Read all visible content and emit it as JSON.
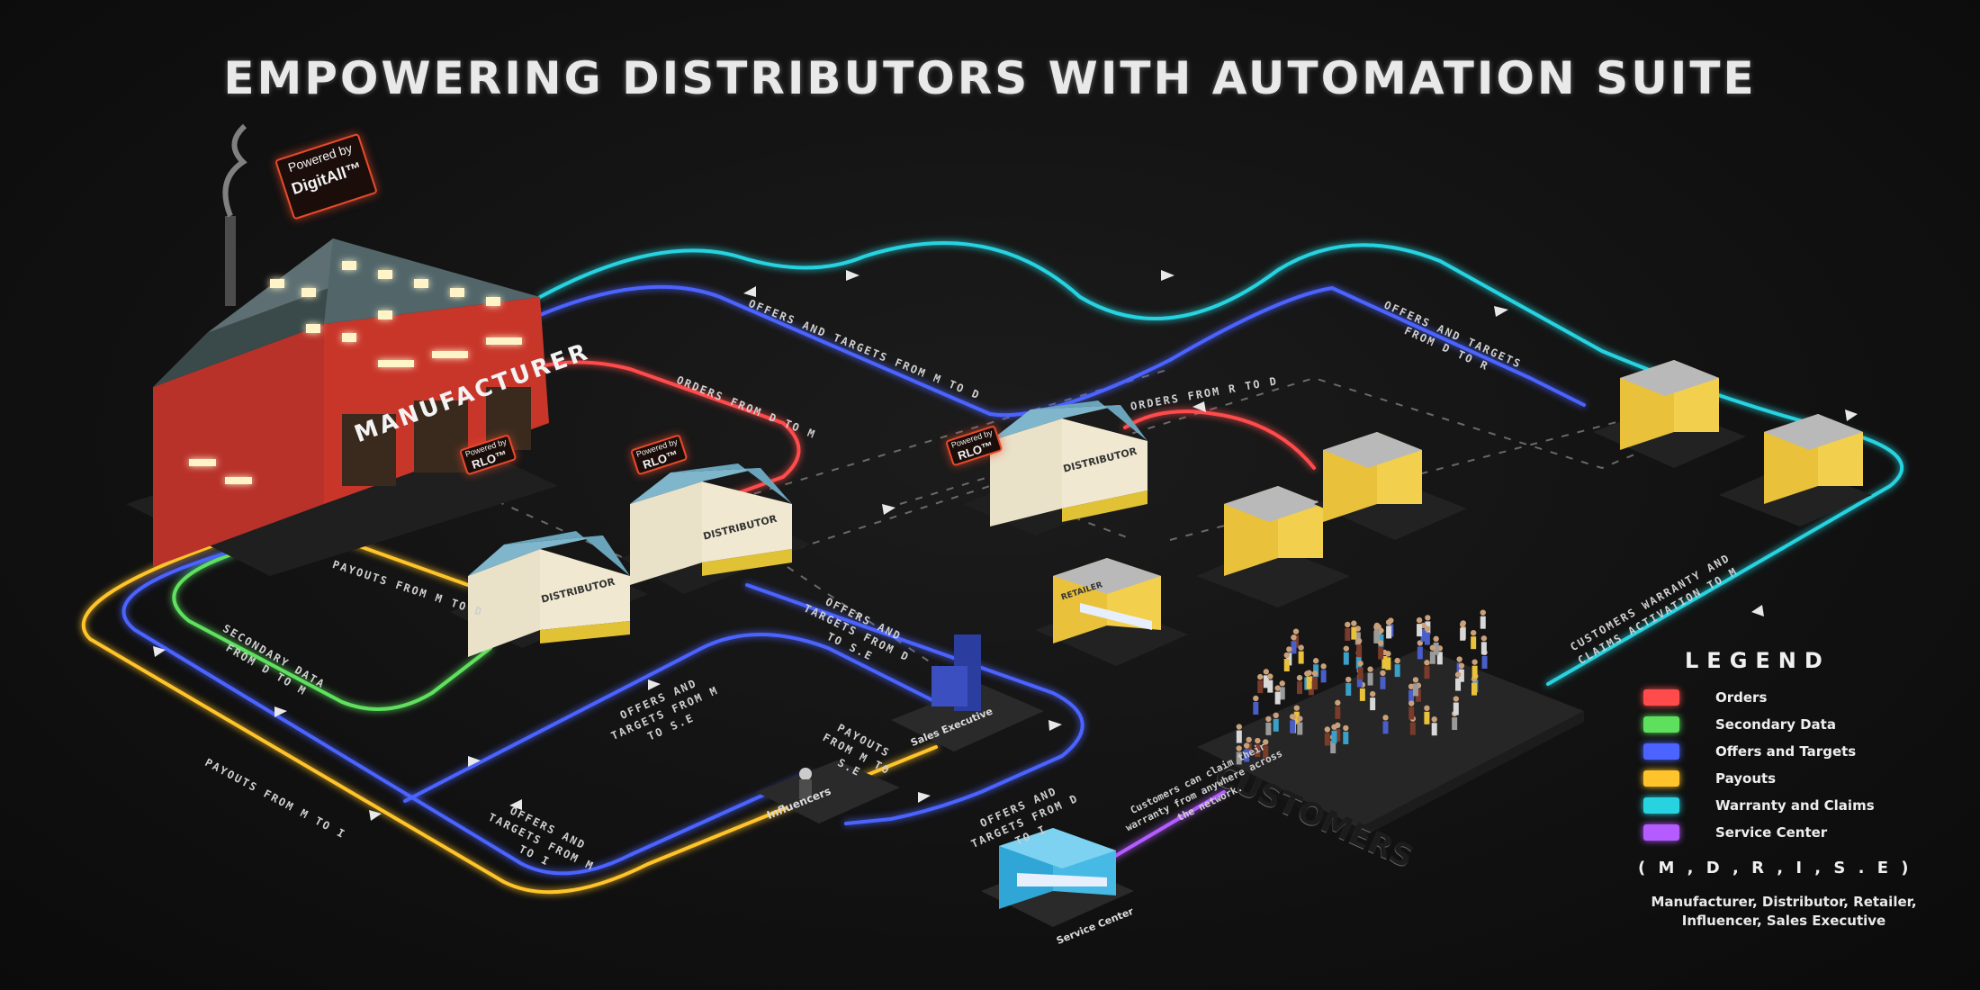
{
  "title": "EMPOWERING DISTRIBUTORS WITH AUTOMATION SUITE",
  "badges": {
    "digitall": {
      "small": "Powered by",
      "big": "DigitAll™"
    },
    "rlo_1": {
      "small": "Powered by",
      "big": "RLO™"
    },
    "rlo_2": {
      "small": "Powered by",
      "big": "RLO™"
    },
    "rlo_3": {
      "small": "Powered by",
      "big": "RLO™"
    }
  },
  "buildings": {
    "manufacturer": "MANUFACTURER",
    "distributor_1": "DISTRIBUTOR",
    "distributor_2": "DISTRIBUTOR",
    "distributor_3": "DISTRIBUTOR",
    "retailer": "RETAILER",
    "sales_executive": "Sales Executive",
    "influencers": "Influencers",
    "service_center": "Service Center",
    "customers": "CUSTOMERS"
  },
  "routes": {
    "offers_m_to_d": "OFFERS AND TARGETS FROM M TO D",
    "orders_d_to_m": "ORDERS FROM D TO M",
    "orders_r_to_d": "ORDERS FROM R TO D",
    "offers_d_to_r": "OFFERS AND TARGETS FROM D TO R",
    "payouts_m_to_d": "PAYOUTS FROM M TO D",
    "secondary_d_to_m": "SECONDARY DATA FROM D TO M",
    "offers_d_to_se": "OFFERS AND TARGETS FROM D TO S.E",
    "offers_m_to_se": "OFFERS AND TARGETS FROM M TO S.E",
    "payouts_m_to_se": "PAYOUTS FROM M TO S.E",
    "offers_m_to_i": "OFFERS AND TARGETS FROM M TO I",
    "payouts_m_to_i": "PAYOUTS FROM M TO I",
    "offers_d_to_i": "OFFERS AND TARGETS FROM D TO I",
    "warranty_to_m": "CUSTOMERS WARRANTY AND CLAIMS ACTIVATION TO M"
  },
  "note": "Customers can claim their warranty from anywhere across the network.",
  "legend": {
    "title": "LEGEND",
    "items": [
      {
        "label": "Orders",
        "color": "#ff4b4b"
      },
      {
        "label": "Secondary Data",
        "color": "#5ee05e"
      },
      {
        "label": "Offers and Targets",
        "color": "#4b64ff"
      },
      {
        "label": "Payouts",
        "color": "#ffc42b"
      },
      {
        "label": "Warranty and Claims",
        "color": "#27d3e0"
      },
      {
        "label": "Service Center",
        "color": "#b45cff"
      }
    ],
    "codes": "( M , D , R , I , S . E )",
    "full_line1": "Manufacturer, Distributor, Retailer,",
    "full_line2": "Influencer, Sales Executive"
  },
  "colors": {
    "orders": "#ff4b4b",
    "secondary": "#5ee05e",
    "offers": "#4b64ff",
    "payouts": "#ffc42b",
    "warranty": "#27d3e0",
    "service": "#b45cff",
    "manufacturer_wall": "#c8362a",
    "distributor_roof": "#7fb6cc",
    "retailer_wall": "#e9c13a"
  }
}
